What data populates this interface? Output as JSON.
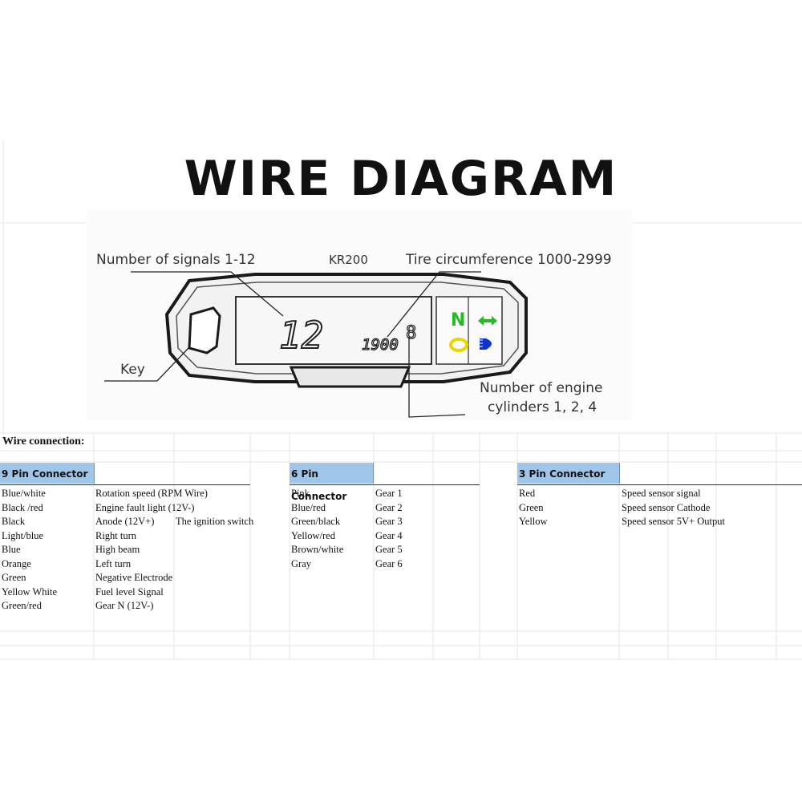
{
  "title": "WIRE DIAGRAM",
  "diagram": {
    "model": "KR200",
    "callout_signals": "Number of signals 1-12",
    "callout_tire": "Tire circumference 1000-2999",
    "callout_key": "Key",
    "callout_cylinders_line1": "Number of engine",
    "callout_cylinders_line2": "cylinders 1, 2, 4",
    "display_signals": "12",
    "display_tire": "1900",
    "display_cyl": "8",
    "indicator_n": "N",
    "colors": {
      "neutral": "#22bb22",
      "fuel": "#e8d800",
      "turn": "#22bb22",
      "beam": "#1133cc"
    }
  },
  "wire_heading": "Wire connection:",
  "connectors": {
    "nine_pin": {
      "title": "9 Pin Connector",
      "rows": [
        [
          "Blue/white",
          "Rotation speed (RPM Wire)",
          ""
        ],
        [
          "Black /red",
          "Engine fault light (12V-)",
          ""
        ],
        [
          "Black",
          "Anode (12V+)",
          "The ignition switch"
        ],
        [
          "Light/blue",
          "Right turn",
          ""
        ],
        [
          "Blue",
          "High beam",
          ""
        ],
        [
          "Orange",
          "Left turn",
          ""
        ],
        [
          "Green",
          "Negative Electrode",
          ""
        ],
        [
          "Yellow White",
          "Fuel level Signal",
          ""
        ],
        [
          "Green/red",
          "Gear N (12V-)",
          ""
        ]
      ]
    },
    "six_pin": {
      "title": "6 Pin Connector",
      "rows": [
        [
          "Pink",
          "Gear 1"
        ],
        [
          "Blue/red",
          "Gear 2"
        ],
        [
          "Green/black",
          "Gear 3"
        ],
        [
          "Yellow/red",
          "Gear 4"
        ],
        [
          "Brown/white",
          "Gear 5"
        ],
        [
          "Gray",
          "Gear 6"
        ]
      ]
    },
    "three_pin": {
      "title": "3 Pin Connector",
      "rows": [
        [
          "Red",
          "Speed sensor signal"
        ],
        [
          "Green",
          "Speed sensor Cathode"
        ],
        [
          "Yellow",
          "Speed sensor 5V+ Output"
        ]
      ]
    }
  }
}
